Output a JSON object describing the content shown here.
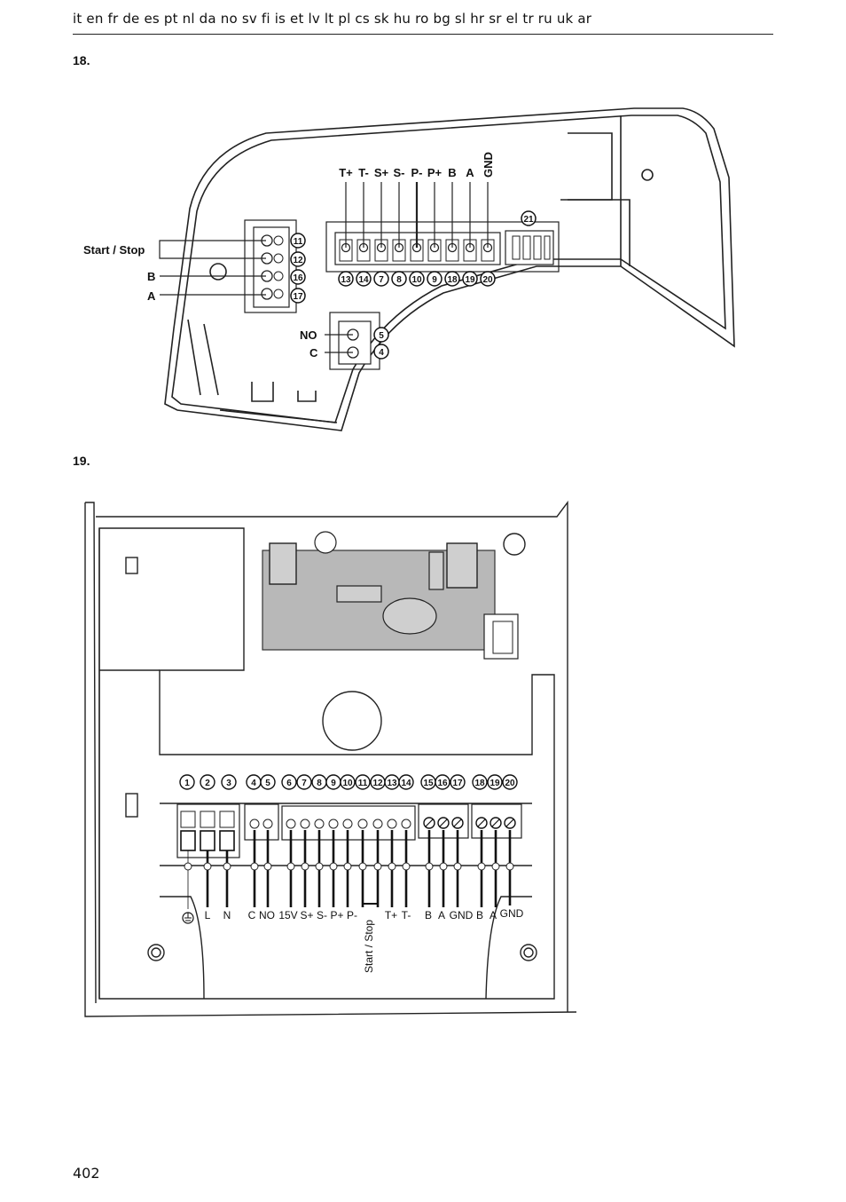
{
  "header": {
    "languages": "it en fr de es pt nl da no sv fi is et lv lt pl cs sk hu ro bg sl hr sr el tr ru uk ar"
  },
  "figure18": {
    "label": "18.",
    "top_terminal_labels": [
      "T+",
      "T-",
      "S+",
      "S-",
      "P-",
      "P+",
      "B",
      "A"
    ],
    "gnd_label": "GND",
    "top_terminal_numbers": [
      "13",
      "14",
      "7",
      "8",
      "10",
      "9",
      "18",
      "19",
      "20"
    ],
    "connector_number": "21",
    "left_labels": {
      "start_stop": "Start / Stop",
      "b": "B",
      "a": "A"
    },
    "left_numbers": [
      "11",
      "12",
      "16",
      "17"
    ],
    "relay_labels": {
      "no": "NO",
      "c": "C"
    },
    "relay_numbers": [
      "5",
      "4"
    ]
  },
  "figure19": {
    "label": "19.",
    "terminal_numbers": [
      "1",
      "2",
      "3",
      "4",
      "5",
      "6",
      "7",
      "8",
      "9",
      "10",
      "11",
      "12",
      "13",
      "14",
      "15",
      "16",
      "17",
      "18",
      "19",
      "20"
    ],
    "bottom_labels": [
      "L",
      "N",
      "C",
      "NO",
      "15V",
      "S+",
      "S-",
      "P+",
      "P-",
      "T+",
      "T-",
      "B",
      "A",
      "GND",
      "B",
      "A",
      "GND"
    ],
    "start_stop_vertical": "Start / Stop"
  },
  "footer": {
    "page_number": "402"
  }
}
